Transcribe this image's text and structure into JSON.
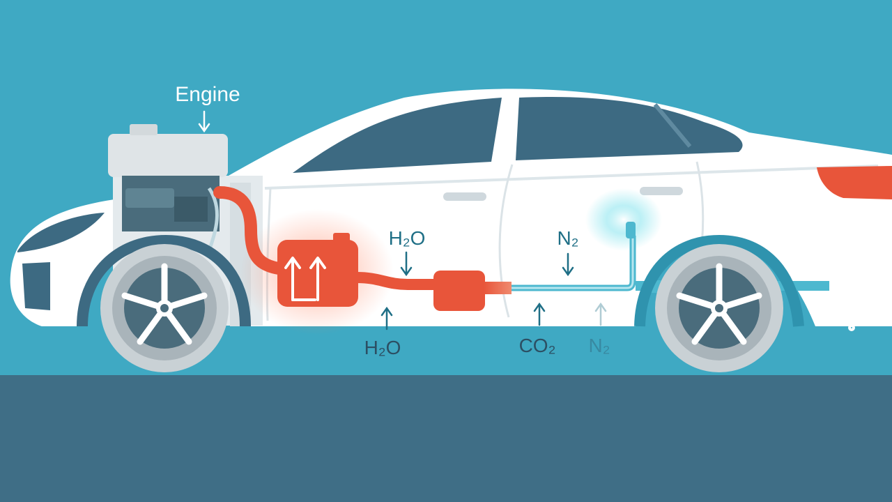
{
  "labels": {
    "engine": "Engine",
    "water_upper": "H₂O",
    "nitrogen_upper": "N₂",
    "water_lower": "H₂O",
    "carbon_dioxide": "CO₂",
    "nitrogen_lower": "N₂"
  },
  "colors": {
    "sky": "#3fa9c3",
    "road": "#3f6e86",
    "car_body": "#ffffff",
    "window": "#3d6a82",
    "exhaust_hot": "#e8553a",
    "exhaust_cool": "#4db8cf",
    "label": "#1f6f86"
  },
  "icons": {
    "converter_arrows": "arrow-up-icon",
    "smoke": "smoke-cloud-icon"
  }
}
